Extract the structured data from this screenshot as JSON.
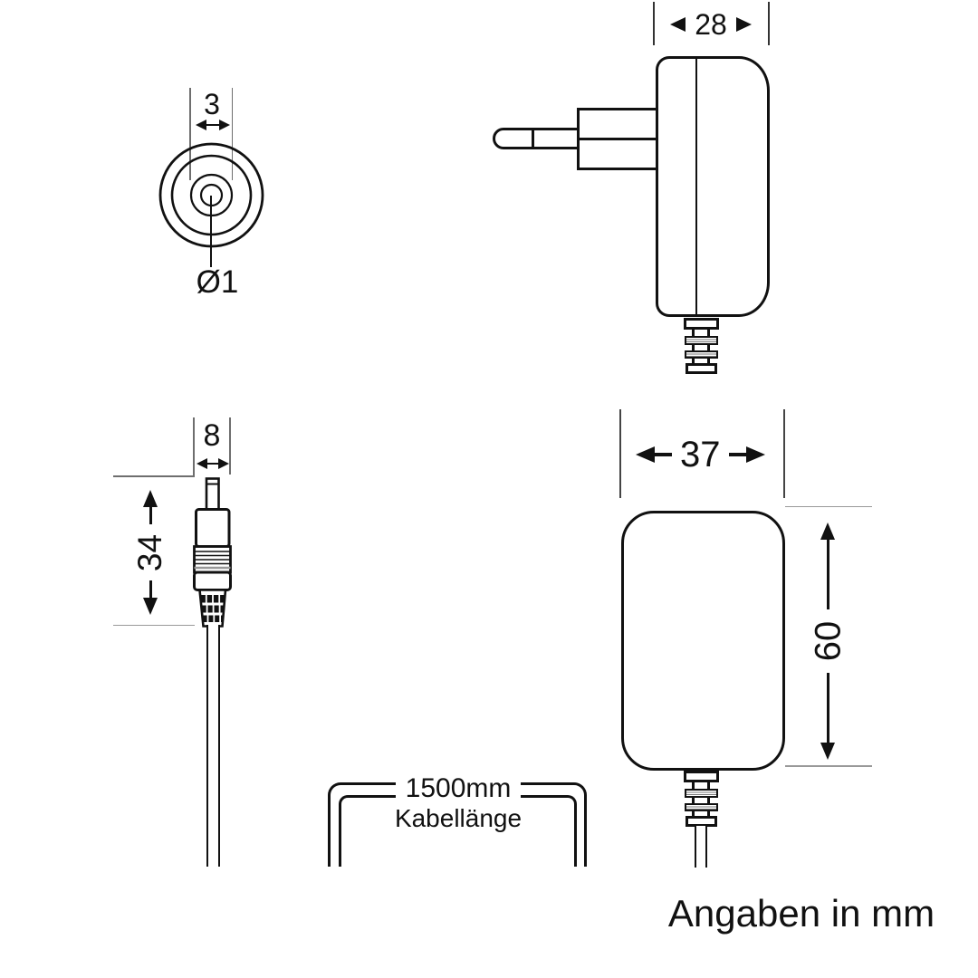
{
  "views": {
    "connector_front": {
      "tip_width": "3",
      "pin_diameter": "Ø1"
    },
    "adapter_side": {
      "depth": "28"
    },
    "connector_side": {
      "tip_width": "8",
      "length": "34"
    },
    "adapter_front": {
      "width": "37",
      "height": "60"
    },
    "cable": {
      "length": "1500mm",
      "caption": "Kabellänge"
    }
  },
  "footer": {
    "units_note": "Angaben in mm"
  },
  "colors": {
    "ink": "#111111",
    "extension_line": "#6e6e6e",
    "background": "#ffffff"
  }
}
